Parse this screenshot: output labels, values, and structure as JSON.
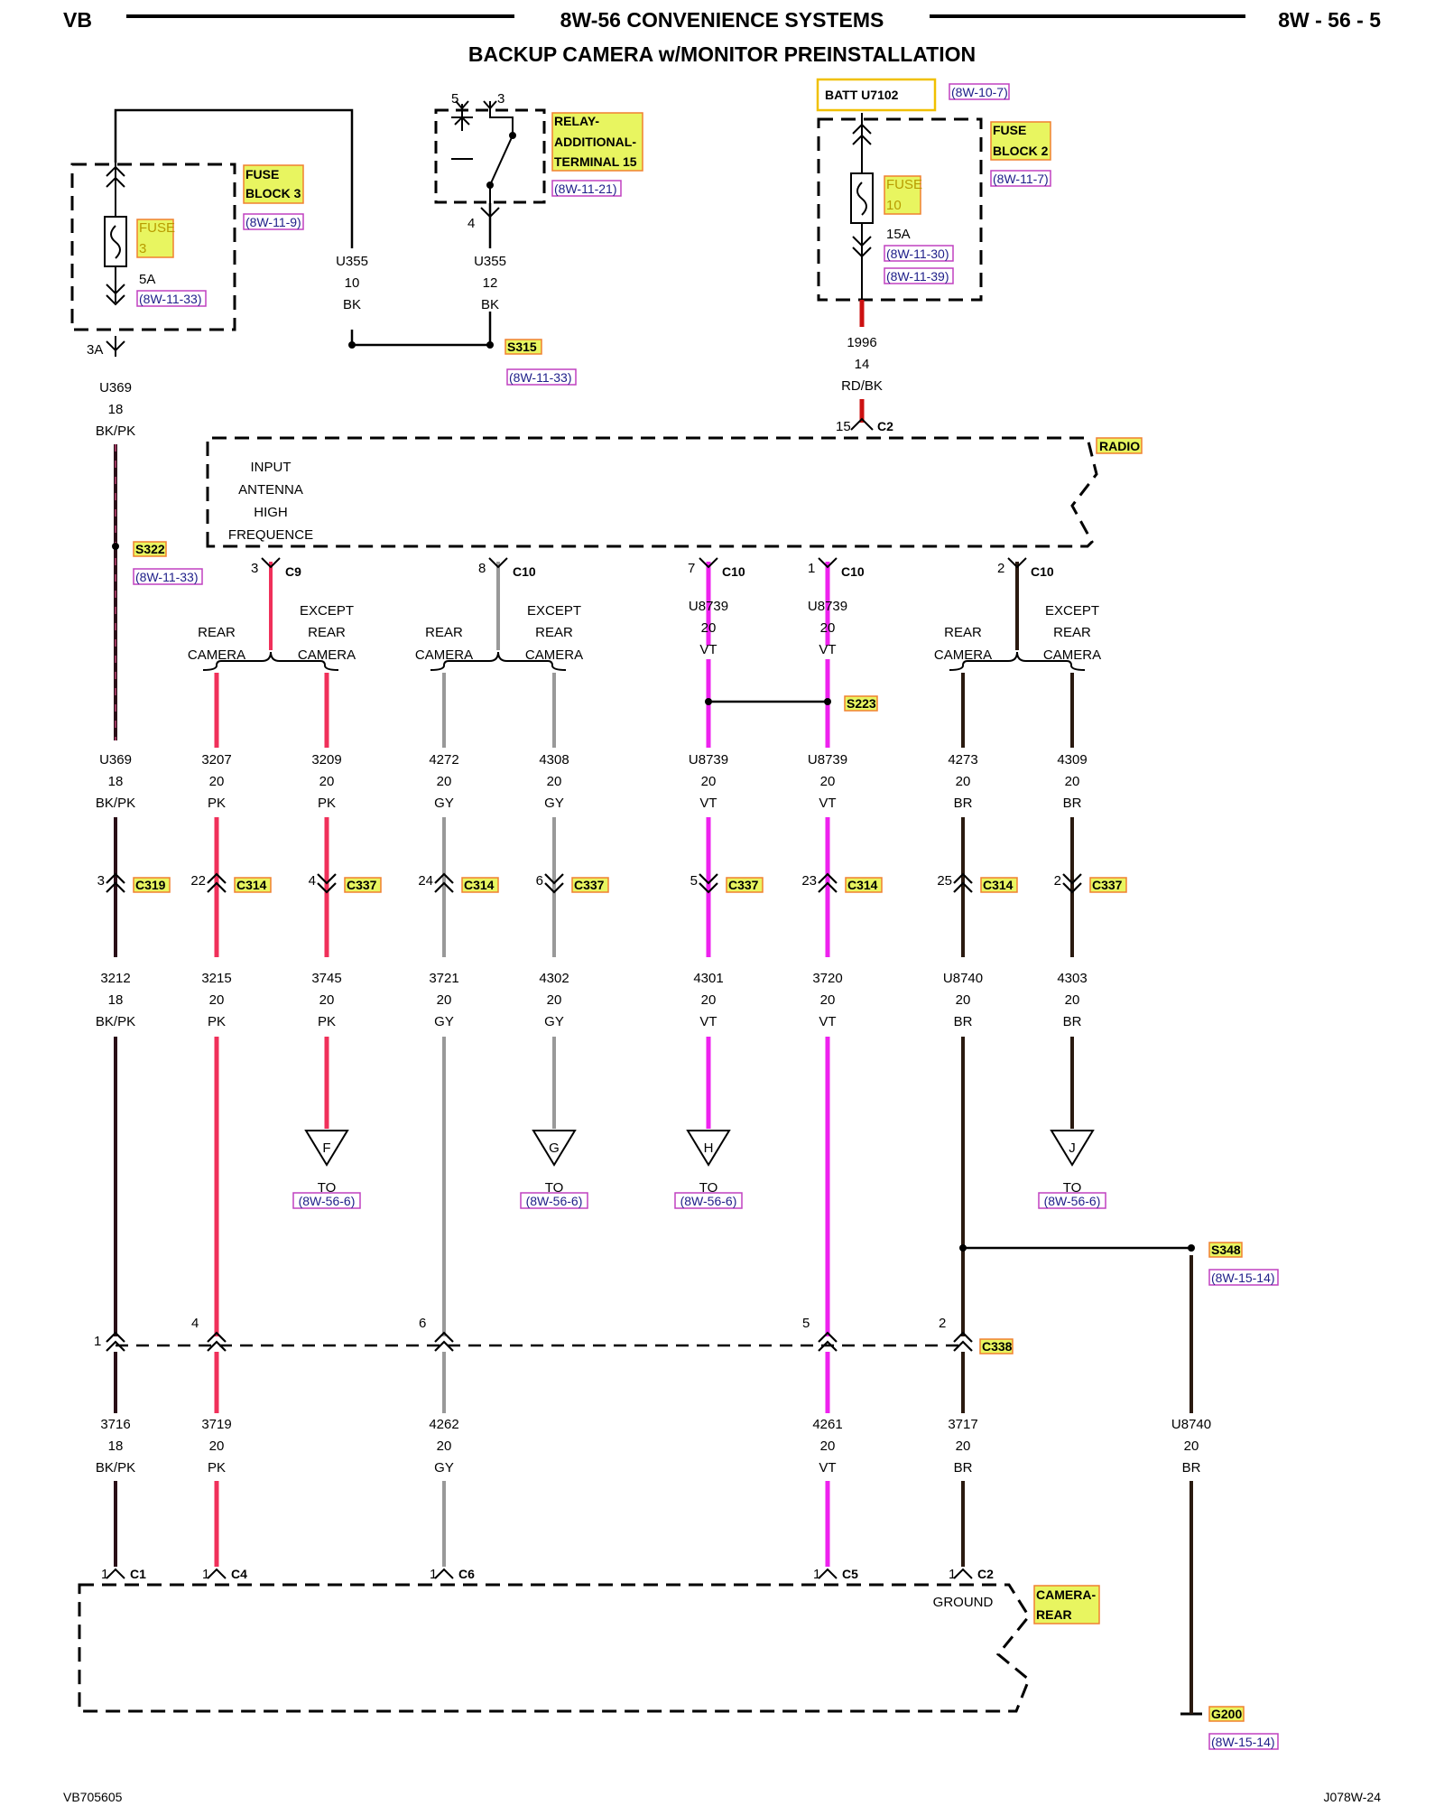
{
  "header": {
    "left": "VB",
    "title": "8W-56 CONVENIENCE SYSTEMS",
    "page": "8W - 56 - 5",
    "subtitle": "BACKUP CAMERA w/MONITOR PREINSTALLATION"
  },
  "footer": {
    "left": "VB705605",
    "right": "J078W-24"
  },
  "colors": {
    "pink": "#f0305a",
    "gray": "#999999",
    "violet": "#ee22ee",
    "brown": "#2a1a10",
    "black": "#000000",
    "red": "#cc1111",
    "tag_fill": "#e8f560",
    "tag_border": "#f08030",
    "ref_border": "#c040c0",
    "batt_border": "#f0c000"
  },
  "components": {
    "fuse_block3": {
      "name": "FUSE BLOCK 3",
      "line1": "FUSE",
      "line2": "BLOCK 3",
      "ref": "(8W-11-9)",
      "fuse_l1": "FUSE",
      "fuse_l2": "3",
      "amps": "5A",
      "fuse_ref": "(8W-11-33)",
      "pin": "3A"
    },
    "relay": {
      "line1": "RELAY-",
      "line2": "ADDITIONAL-",
      "line3": "TERMINAL 15",
      "ref": "(8W-11-21)",
      "pin5": "5",
      "pin3": "3",
      "pin4": "4"
    },
    "batt": {
      "label": "BATT U7102",
      "ref": "(8W-10-7)"
    },
    "fuse_block2": {
      "line1": "FUSE",
      "line2": "BLOCK 2",
      "ref": "(8W-11-7)",
      "fuse_l1": "FUSE",
      "fuse_l2": "10",
      "amps": "15A",
      "ref2": "(8W-11-30)",
      "ref3": "(8W-11-39)"
    },
    "radio": {
      "name": "RADIO",
      "text": [
        "INPUT",
        "ANTENNA",
        "HIGH",
        "FREQUENCE"
      ],
      "pin15": "15",
      "conn": "C2"
    },
    "camera": {
      "line1": "CAMERA-",
      "line2": "REAR",
      "ground": "GROUND"
    },
    "g200": {
      "name": "G200",
      "ref": "(8W-15-14)"
    }
  },
  "splices": {
    "s315": {
      "name": "S315",
      "ref": "(8W-11-33)"
    },
    "s322": {
      "name": "S322",
      "ref": "(8W-11-33)"
    },
    "s223": {
      "name": "S223"
    },
    "s348": {
      "name": "S348",
      "ref": "(8W-15-14)"
    }
  },
  "wires": {
    "u355a": [
      "U355",
      "10",
      "BK"
    ],
    "u355b": [
      "U355",
      "12",
      "BK"
    ],
    "w1996": [
      "1996",
      "14",
      "RD/BK"
    ],
    "u369a": [
      "U369",
      "18",
      "BK/PK"
    ],
    "u369b": [
      "U369",
      "18",
      "BK/PK"
    ],
    "w3207": [
      "3207",
      "20",
      "PK"
    ],
    "w3209": [
      "3209",
      "20",
      "PK"
    ],
    "w4272": [
      "4272",
      "20",
      "GY"
    ],
    "w4308": [
      "4308",
      "20",
      "GY"
    ],
    "u8739a": [
      "U8739",
      "20",
      "VT"
    ],
    "u8739b": [
      "U8739",
      "20",
      "VT"
    ],
    "u8739c": [
      "U8739",
      "20",
      "VT"
    ],
    "u8739d": [
      "U8739",
      "20",
      "VT"
    ],
    "w4273": [
      "4273",
      "20",
      "BR"
    ],
    "w4309": [
      "4309",
      "20",
      "BR"
    ],
    "w3212": [
      "3212",
      "18",
      "BK/PK"
    ],
    "w3215": [
      "3215",
      "20",
      "PK"
    ],
    "w3745": [
      "3745",
      "20",
      "PK"
    ],
    "w3721": [
      "3721",
      "20",
      "GY"
    ],
    "w4302": [
      "4302",
      "20",
      "GY"
    ],
    "w4301": [
      "4301",
      "20",
      "VT"
    ],
    "w3720": [
      "3720",
      "20",
      "VT"
    ],
    "u8740a": [
      "U8740",
      "20",
      "BR"
    ],
    "w4303": [
      "4303",
      "20",
      "BR"
    ],
    "w3716": [
      "3716",
      "18",
      "BK/PK"
    ],
    "w3719": [
      "3719",
      "20",
      "PK"
    ],
    "w4262": [
      "4262",
      "20",
      "GY"
    ],
    "w4261": [
      "4261",
      "20",
      "VT"
    ],
    "w3717": [
      "3717",
      "20",
      "BR"
    ],
    "u8740b": [
      "U8740",
      "20",
      "BR"
    ]
  },
  "c10row": {
    "c9": {
      "pin": "3",
      "name": "C9"
    },
    "c10a": {
      "pin": "8",
      "name": "C10"
    },
    "c10b": {
      "pin": "7",
      "name": "C10"
    },
    "c10c": {
      "pin": "1",
      "name": "C10"
    },
    "c10d": {
      "pin": "2",
      "name": "C10"
    },
    "rear": [
      "REAR",
      "CAMERA"
    ],
    "except": [
      "EXCEPT",
      "REAR",
      "CAMERA"
    ]
  },
  "connectors_mid": [
    {
      "pin": "3",
      "name": "C319"
    },
    {
      "pin": "22",
      "name": "C314"
    },
    {
      "pin": "4",
      "name": "C337"
    },
    {
      "pin": "24",
      "name": "C314"
    },
    {
      "pin": "6",
      "name": "C337"
    },
    {
      "pin": "5",
      "name": "C337"
    },
    {
      "pin": "23",
      "name": "C314"
    },
    {
      "pin": "25",
      "name": "C314"
    },
    {
      "pin": "2",
      "name": "C337"
    }
  ],
  "offpage": [
    {
      "letter": "F",
      "to": "TO",
      "ref": "(8W-56-6)"
    },
    {
      "letter": "G",
      "to": "TO",
      "ref": "(8W-56-6)"
    },
    {
      "letter": "H",
      "to": "TO",
      "ref": "(8W-56-6)"
    },
    {
      "letter": "J",
      "to": "TO",
      "ref": "(8W-56-6)"
    }
  ],
  "c338": {
    "name": "C338",
    "pins": [
      "1",
      "4",
      "6",
      "5",
      "2"
    ]
  },
  "camera_conns": [
    {
      "pin": "1",
      "name": "C1"
    },
    {
      "pin": "1",
      "name": "C4"
    },
    {
      "pin": "1",
      "name": "C6"
    },
    {
      "pin": "1",
      "name": "C5"
    },
    {
      "pin": "1",
      "name": "C2"
    }
  ]
}
